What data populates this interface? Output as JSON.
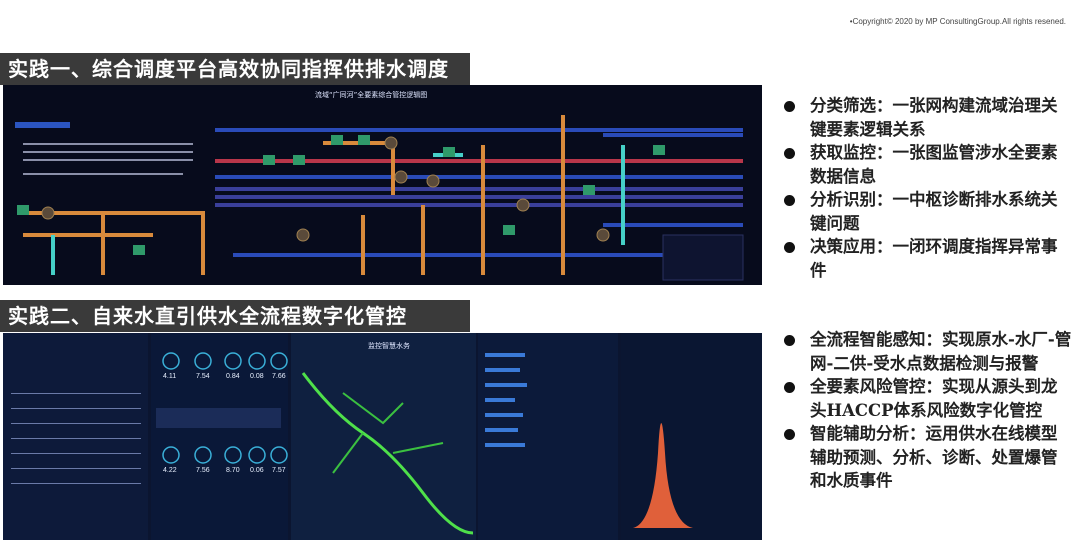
{
  "header": {
    "copyright": "•Copyright© 2020 by MP ConsultingGroup.All rights resened."
  },
  "section1": {
    "title": "实践一、综合调度平台高效协同指挥供排水调度",
    "dashboard_title": "流域“广同河”全要素综合管控逻辑图",
    "bullets": [
      "分类筛选：一张网构建流域治理关键要素逻辑关系",
      "获取监控：一张图监管涉水全要素数据信息",
      "分析识别：一中枢诊断排水系统关键问题",
      "决策应用：一闭环调度指挥异常事件"
    ]
  },
  "section2": {
    "title": "实践二、自来水直引供水全流程数字化管控",
    "dashboard_title": "监控智慧水务",
    "top_metrics": [
      "4.11",
      "7.54",
      "0.84",
      "0.08",
      "7.66"
    ],
    "bottom_metrics": [
      "4.22",
      "7.56",
      "8.70",
      "0.06",
      "7.57"
    ],
    "bullets": [
      "全流程智能感知：实现原水-水厂-管网-二供-受水点数据检测与报警",
      "全要素风险管控：实现从源头到龙头HACCP体系风险数字化管控",
      "智能辅助分析：运用供水在线模型辅助预测、分析、诊断、处置爆管和水质事件"
    ]
  },
  "colors": {
    "title_bar": "#3a3a3a",
    "panel_bg": "#070b1c",
    "pipe_blue": "#2a4bb8",
    "pipe_orange": "#d88a3c",
    "pipe_red": "#b8364a",
    "node_green": "#2f9a6a"
  }
}
